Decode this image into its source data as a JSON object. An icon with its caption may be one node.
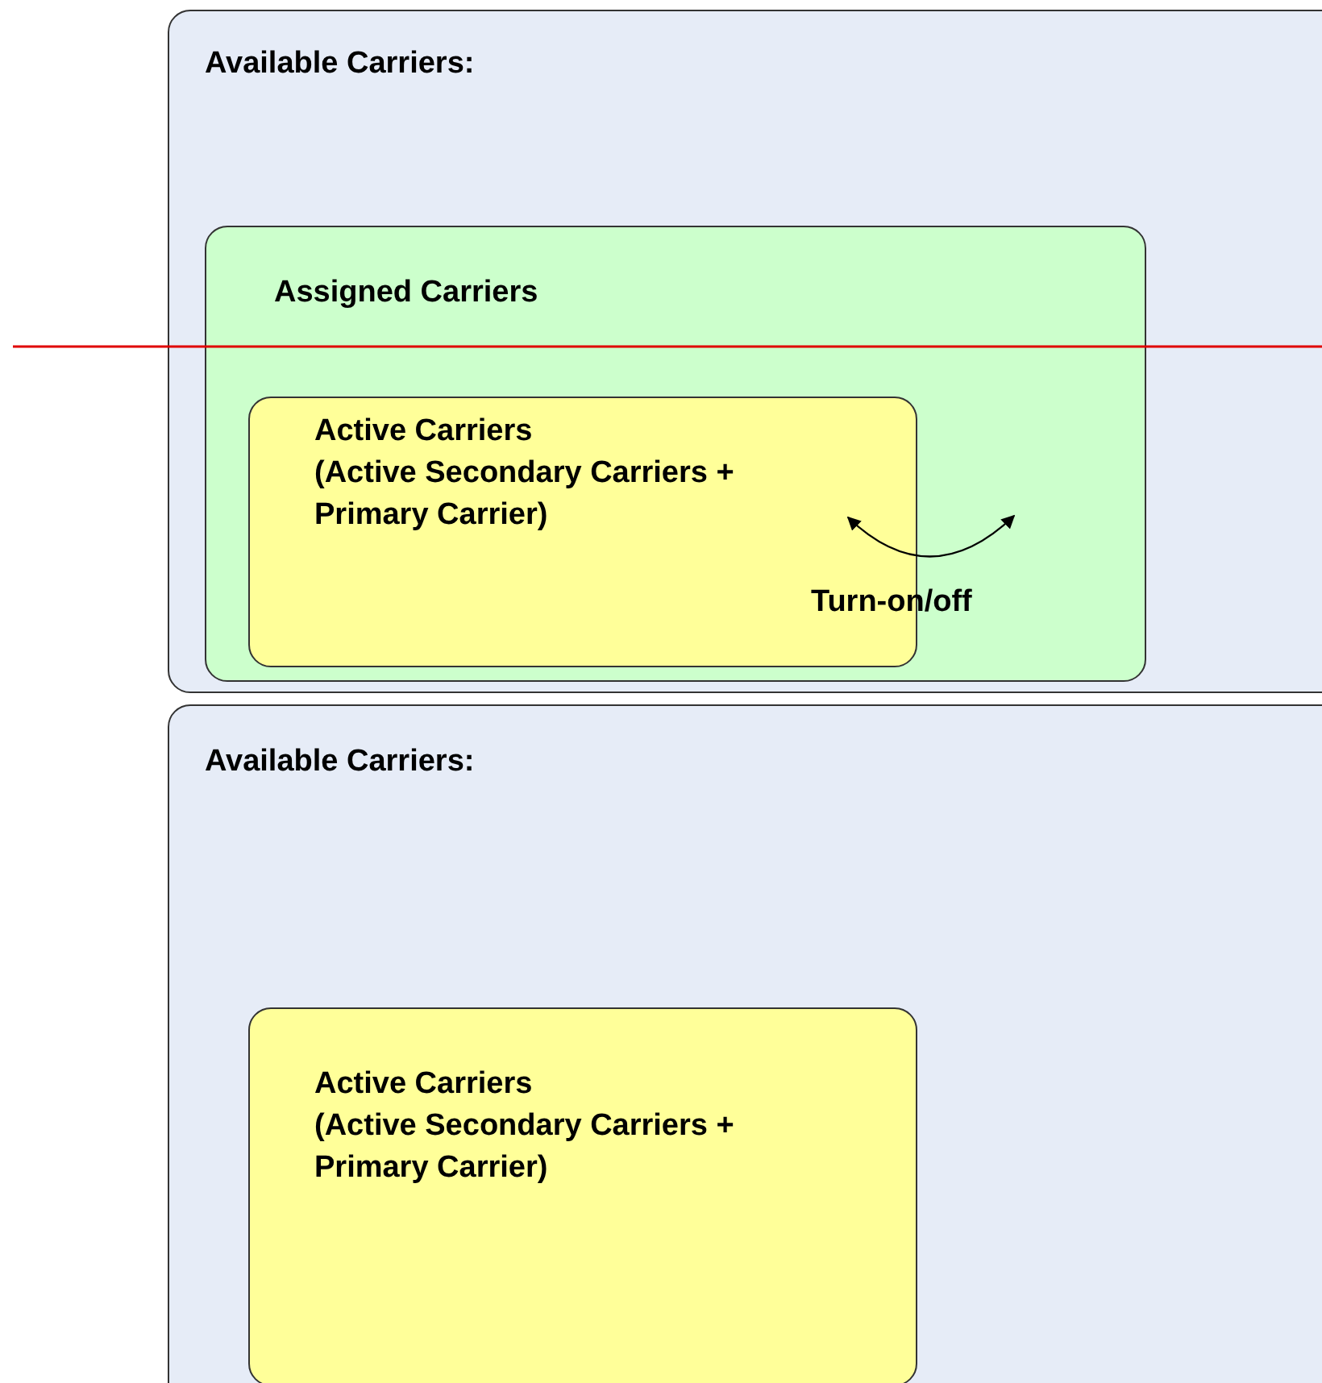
{
  "diagram": {
    "nodes": [
      {
        "text": [
          "Available Carriers:"
        ]
      },
      {
        "text": [
          "Assigned Carriers"
        ],
        "in": 0
      },
      {
        "text": [
          "Active Carriers",
          "(Active Secondary Carriers + Primary Carrier)"
        ],
        "in": 1
      },
      {
        "text": [
          "Available Carriers:"
        ]
      },
      {
        "text": [
          "Active Carriers",
          "(Active Secondary Carriers + Primary Carrier)"
        ],
        "in": 3
      }
    ],
    "labels": [
      "Turn-on/off"
    ]
  }
}
